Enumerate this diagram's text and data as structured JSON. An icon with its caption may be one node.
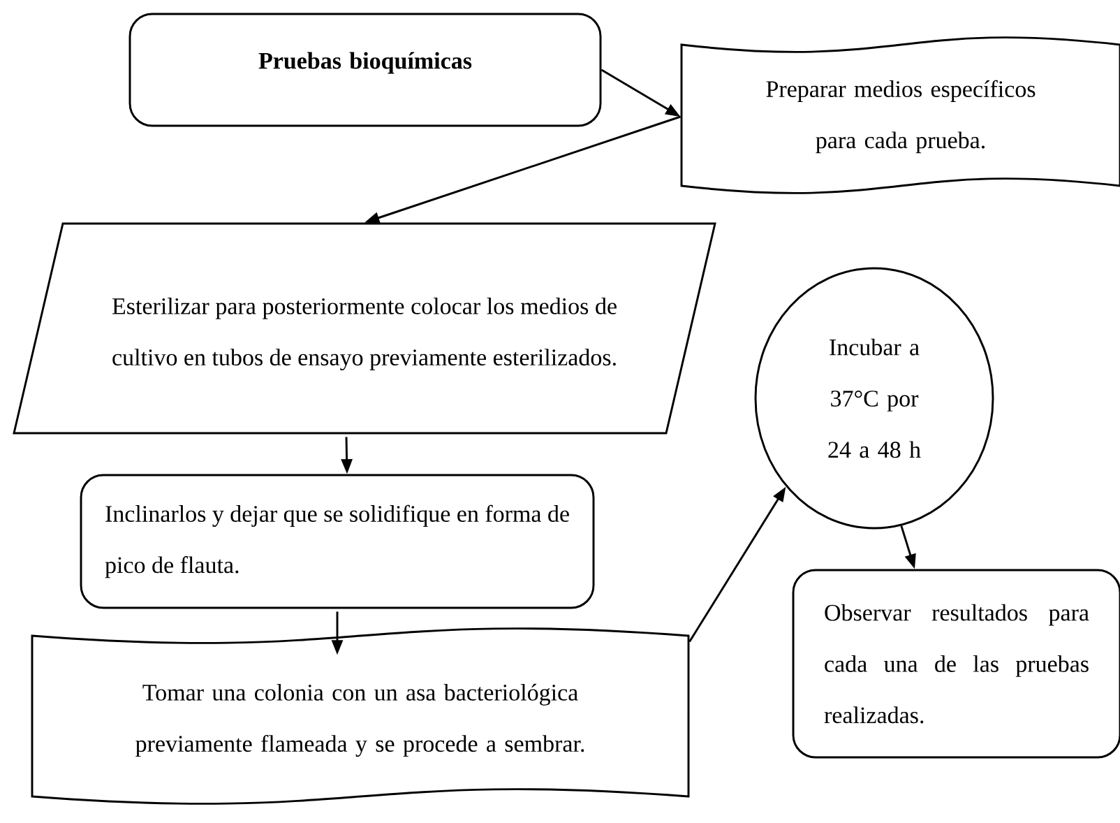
{
  "diagram": {
    "nodes": [
      {
        "text": [
          "Pruebas bioquímicas"
        ]
      },
      {
        "text": [
          "Preparar medios específicos para cada prueba."
        ]
      },
      {
        "text": [
          "Esterilizar para posteriormente colocar los medios de cultivo en tubos de ensayo previamente esterilizados."
        ]
      },
      {
        "text": [
          "Inclinarlos y dejar que se solidifique en forma de pico de flauta."
        ]
      },
      {
        "text": [
          "Tomar una colonia con un asa bacteriológica previamente flameada y se procede a sembrar."
        ]
      },
      {
        "text": [
          "Incubar a 37°C por 24 a 48 h"
        ]
      },
      {
        "text": [
          "Observar resultados para cada una de las pruebas realizadas."
        ]
      }
    ],
    "edges": [
      {
        "from": 0,
        "to": 1,
        "arrow": "to"
      },
      {
        "from": 1,
        "to": 2,
        "arrow": "to"
      },
      {
        "from": 2,
        "to": 3,
        "arrow": "to"
      },
      {
        "from": 3,
        "to": 4,
        "arrow": "to"
      },
      {
        "from": 4,
        "to": 5,
        "arrow": "to"
      },
      {
        "from": 5,
        "to": 6,
        "arrow": "to"
      }
    ]
  }
}
